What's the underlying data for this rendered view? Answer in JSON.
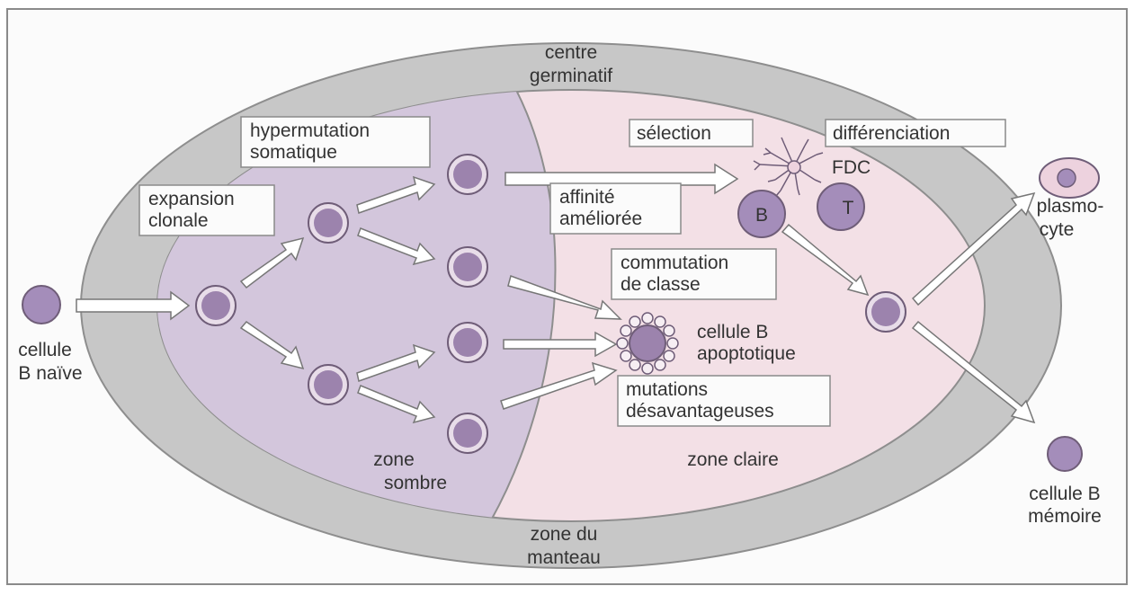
{
  "title_line1": "centre",
  "title_line2": "germinatif",
  "bottom_line1": "zone du",
  "bottom_line2": "manteau",
  "zone_dark_line1": "zone",
  "zone_dark_line2": "sombre",
  "zone_light": "zone claire",
  "naive_line1": "cellule",
  "naive_line2": "B naïve",
  "box_expansion_1": "expansion",
  "box_expansion_2": "clonale",
  "box_hyper_1": "hypermutation",
  "box_hyper_2": "somatique",
  "box_selection": "sélection",
  "box_diff": "différenciation",
  "box_affinite_1": "affinité",
  "box_affinite_2": "améliorée",
  "box_commut_1": "commutation",
  "box_commut_2": "de classe",
  "box_mut_1": "mutations",
  "box_mut_2": "désavantageuses",
  "apop_line1": "cellule B",
  "apop_line2": "apoptotique",
  "fdc": "FDC",
  "cell_B": "B",
  "cell_T": "T",
  "plasmo_line1": "plasmo-",
  "plasmo_line2": "cyte",
  "memory_line1": "cellule B",
  "memory_line2": "mémoire",
  "colors": {
    "mantle": "#c7c7c7",
    "dark_zone": "#d3c6dc",
    "light_zone": "#f3e0e6",
    "cell_fill": "#9c83ad",
    "cell_ring": "#e8dde9",
    "stroke": "#6f5d78"
  }
}
